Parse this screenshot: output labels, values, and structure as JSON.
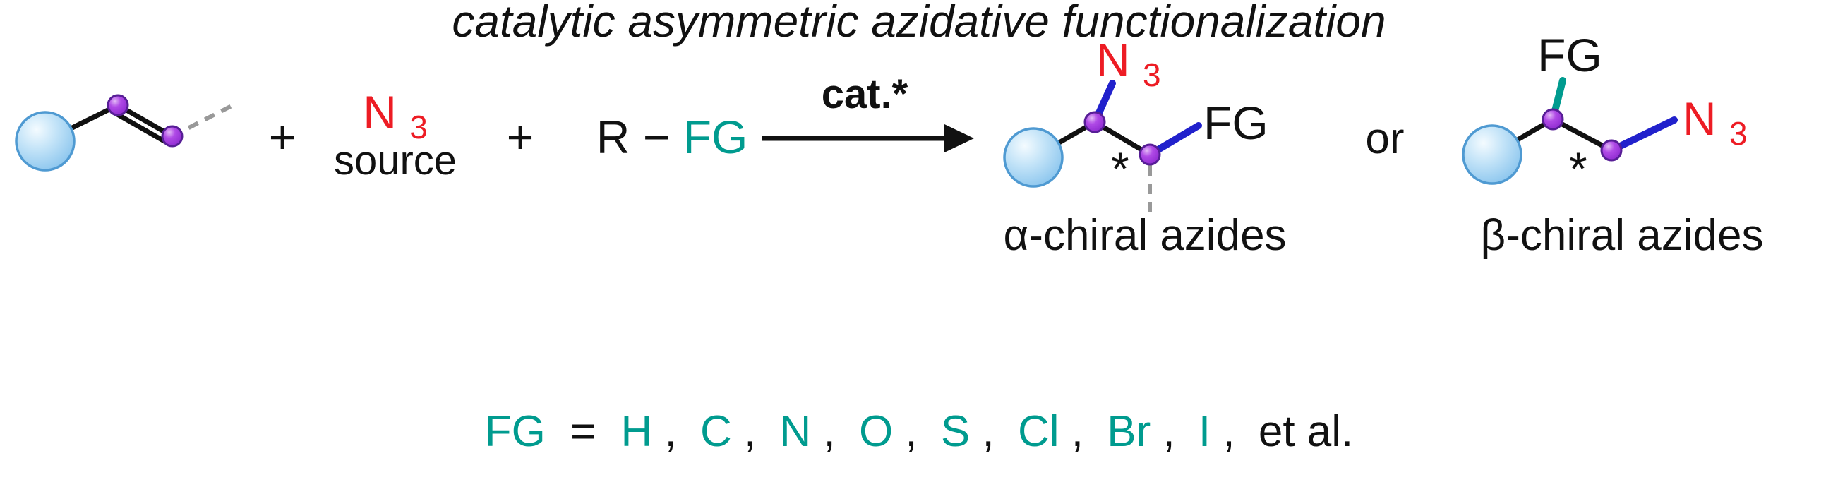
{
  "title": "catalytic asymmetric azidative functionalization",
  "scheme": {
    "plus": "+",
    "azide_source": {
      "symbol": "N",
      "subscript": "3",
      "word": "source"
    },
    "reagent": {
      "r": "R",
      "bond": "−",
      "fg": "FG"
    },
    "arrow_label": "cat.*",
    "or": "or"
  },
  "products": {
    "alpha": {
      "azide_symbol": "N",
      "azide_subscript": "3",
      "fg": "FG",
      "stereocenter": "*",
      "caption": "α-chiral azides"
    },
    "beta": {
      "azide_symbol": "N",
      "azide_subscript": "3",
      "fg": "FG",
      "stereocenter": "*",
      "caption": "β-chiral azides"
    }
  },
  "legend": {
    "fg_label": "FG",
    "equals": "=",
    "items": [
      "H",
      "C",
      "N",
      "O",
      "S",
      "Cl",
      "Br",
      "I"
    ],
    "comma": ",",
    "suffix": "et al."
  },
  "colors": {
    "azide_red": "#ed1c24",
    "fg_teal": "#009b8f",
    "bond_blue": "#2121cc",
    "atom_purple": "#a43ae0",
    "sphere_blue": "#8cc6ee",
    "dashed_gray": "#999999",
    "text_black": "#111111"
  }
}
